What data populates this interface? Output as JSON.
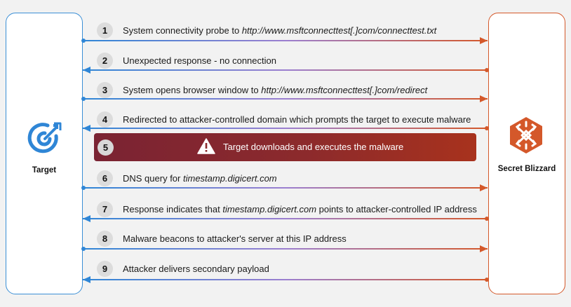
{
  "actors": {
    "left": {
      "label": "Target",
      "icon": "target-icon",
      "color": "#2f86d6"
    },
    "right": {
      "label": "Secret Blizzard",
      "icon": "snowflake-icon",
      "color": "#d4582a"
    }
  },
  "steps": [
    {
      "num": "1",
      "dir": "right",
      "segments": [
        {
          "text": "System connectivity probe to "
        },
        {
          "text": "http://www.msftconnecttest[.]com/connecttest.txt",
          "italic": true
        }
      ]
    },
    {
      "num": "2",
      "dir": "left",
      "segments": [
        {
          "text": "Unexpected response - no connection"
        }
      ]
    },
    {
      "num": "3",
      "dir": "right",
      "segments": [
        {
          "text": "System opens browser window to "
        },
        {
          "text": "http://www.msftconnecttest[.]com/redirect",
          "italic": true
        }
      ]
    },
    {
      "num": "4",
      "dir": "left",
      "segments": [
        {
          "text": "Redirected to attacker-controlled domain which prompts the target to execute malware"
        }
      ]
    },
    {
      "num": "6",
      "dir": "right",
      "segments": [
        {
          "text": "DNS query for "
        },
        {
          "text": "timestamp.digicert.com",
          "italic": true
        }
      ]
    },
    {
      "num": "7",
      "dir": "left",
      "segments": [
        {
          "text": "Response indicates that "
        },
        {
          "text": "timestamp.digicert.com",
          "italic": true
        },
        {
          "text": " points to attacker-controlled IP address"
        }
      ]
    },
    {
      "num": "8",
      "dir": "right",
      "segments": [
        {
          "text": "Malware beacons to attacker's server at this IP address"
        }
      ]
    },
    {
      "num": "9",
      "dir": "left",
      "segments": [
        {
          "text": "Attacker delivers secondary payload"
        }
      ]
    }
  ],
  "banner": {
    "num": "5",
    "text": "Target downloads and executes the malware",
    "icon": "warning-icon"
  },
  "colors": {
    "arrow_left_end": "#2f86d6",
    "arrow_mid": "#9b7fd0",
    "arrow_right_end": "#d4582a",
    "banner_start": "#7a2333",
    "banner_end": "#a8321d"
  }
}
